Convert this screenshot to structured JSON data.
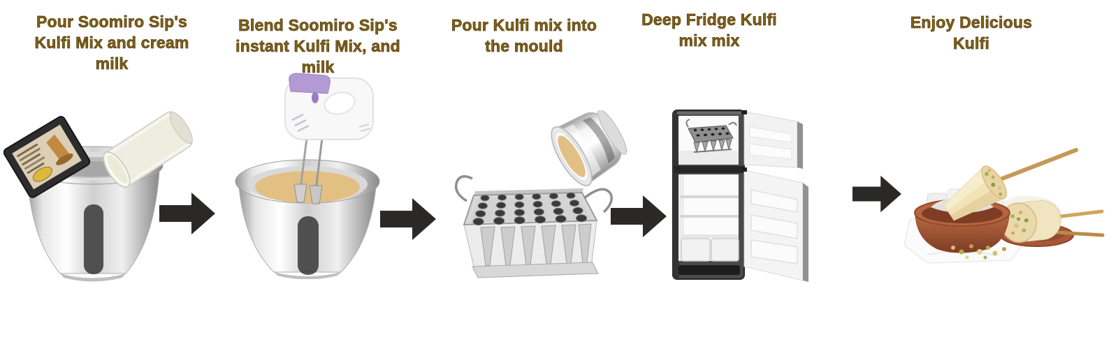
{
  "page": {
    "background": "#ffffff"
  },
  "colors": {
    "heading_text": "#81601a",
    "heading_outline": "#4f3a08",
    "arrow": "#2b2926",
    "kulfi_mix_cream": "#e2c083",
    "steel_light": "#f2f2f2",
    "steel_dark": "#8a8a8a",
    "mixer_purple": "#b49ad4",
    "clay_bowl": "#b4653f",
    "kulfi_cream": "#f2e3b6",
    "wooden_stick": "#c59a56",
    "fridge_body": "#4a4a4a"
  },
  "steps": [
    {
      "id": 1,
      "label": "Pour Soomiro Sip's\nKulfi Mix and cream\nmilk",
      "image": "saucepan-with-kulfi-mix-packet-and-milk-glass"
    },
    {
      "id": 2,
      "label": "Blend Soomiro Sip's\ninstant Kulfi Mix, and\nmilk",
      "image": "hand-mixer-blending-kulfi-mix-in-saucepan"
    },
    {
      "id": 3,
      "label": "Pour Kulfi mix into\nthe mould",
      "image": "kulfi-mould-rack-with-pouring-saucepan"
    },
    {
      "id": 4,
      "label": "Deep Fridge Kulfi\nmix mix",
      "image": "open-refrigerator-with-kulfi-mould-in-freezer"
    },
    {
      "id": 5,
      "label": "Enjoy Delicious\nKulfi",
      "image": "kulfi-on-sticks-served-in-clay-bowl-with-ice"
    }
  ],
  "arrows": [
    {
      "name": "arrow-step1-to-step2"
    },
    {
      "name": "arrow-step2-to-step3"
    },
    {
      "name": "arrow-step3-to-step4"
    },
    {
      "name": "arrow-step4-to-step5"
    }
  ]
}
